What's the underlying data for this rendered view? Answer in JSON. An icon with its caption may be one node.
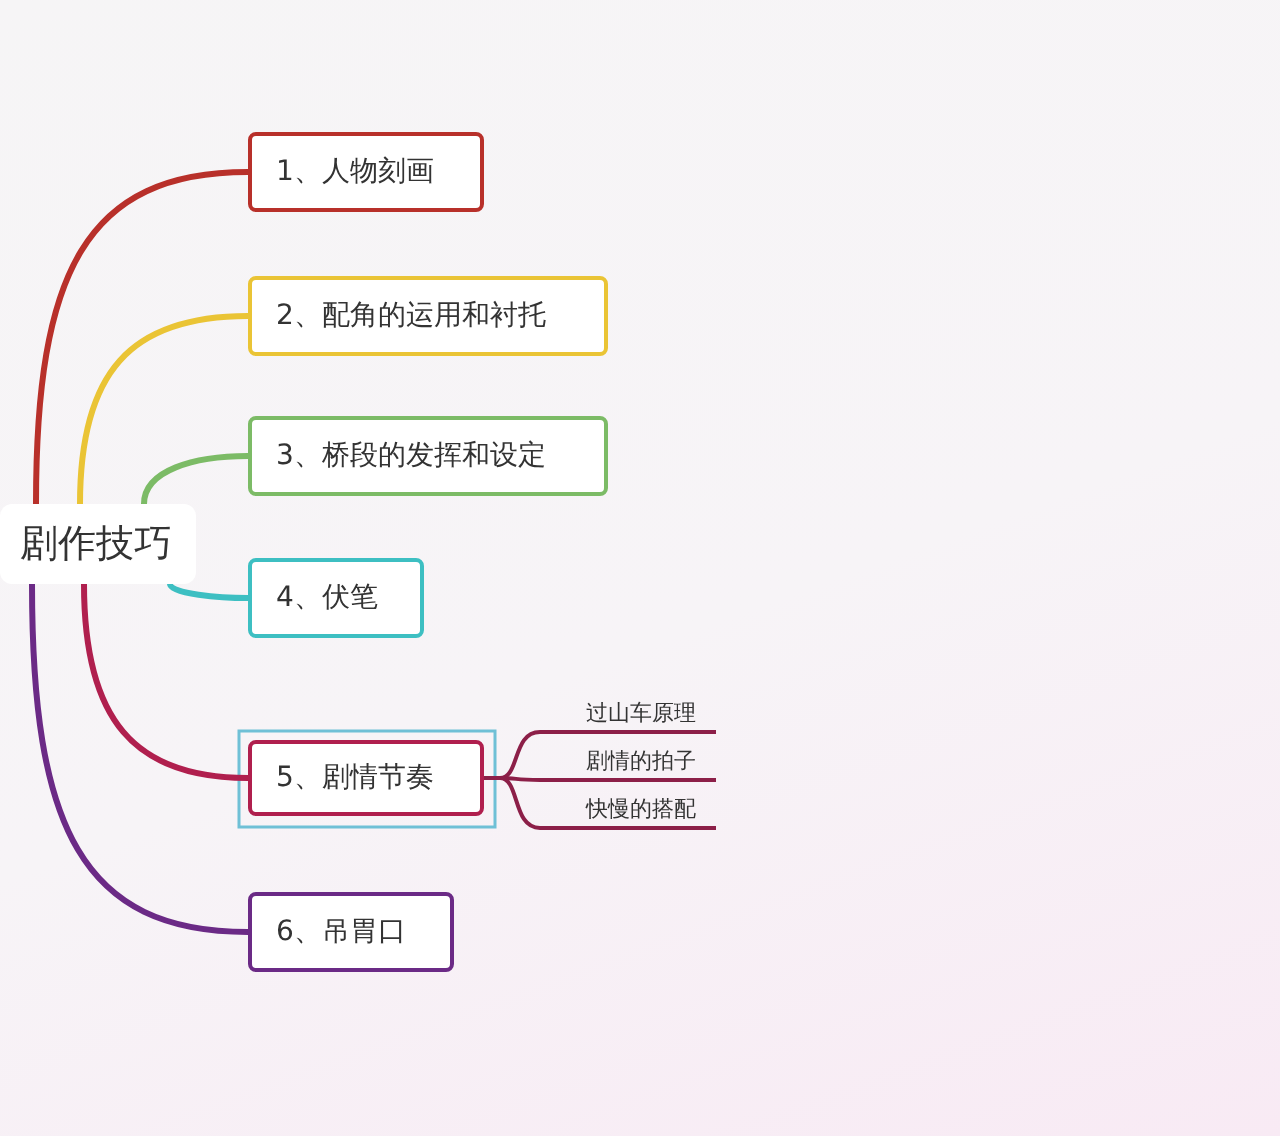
{
  "diagram": {
    "nodes": [
      {
        "text": [
          "剧作技巧"
        ]
      },
      {
        "text": [
          "1、人物刻画"
        ]
      },
      {
        "text": [
          "2、配角的运用和衬托"
        ]
      },
      {
        "text": [
          "3、桥段的发挥和设定"
        ]
      },
      {
        "text": [
          "4、伏笔"
        ]
      },
      {
        "text": [
          "5、剧情节奏"
        ]
      },
      {
        "text": [
          "6、吊胃口"
        ]
      },
      {
        "text": [
          "过山车原理"
        ]
      },
      {
        "text": [
          "剧情的拍子"
        ]
      },
      {
        "text": [
          "快慢的搭配"
        ]
      }
    ],
    "edges": [
      {
        "from": 0,
        "to": 1,
        "arrow": "none",
        "color": "#b8302a"
      },
      {
        "from": 0,
        "to": 2,
        "arrow": "none",
        "color": "#eac435"
      },
      {
        "from": 0,
        "to": 3,
        "arrow": "none",
        "color": "#7cbb66"
      },
      {
        "from": 0,
        "to": 4,
        "arrow": "none",
        "color": "#3dbfc2"
      },
      {
        "from": 0,
        "to": 5,
        "arrow": "none",
        "color": "#b01f4e"
      },
      {
        "from": 0,
        "to": 6,
        "arrow": "none",
        "color": "#6b2a86"
      },
      {
        "from": 5,
        "to": 7,
        "arrow": "none",
        "color": "#8c1f48"
      },
      {
        "from": 5,
        "to": 8,
        "arrow": "none",
        "color": "#8c1f48"
      },
      {
        "from": 5,
        "to": 9,
        "arrow": "none",
        "color": "#8c1f48"
      }
    ]
  }
}
